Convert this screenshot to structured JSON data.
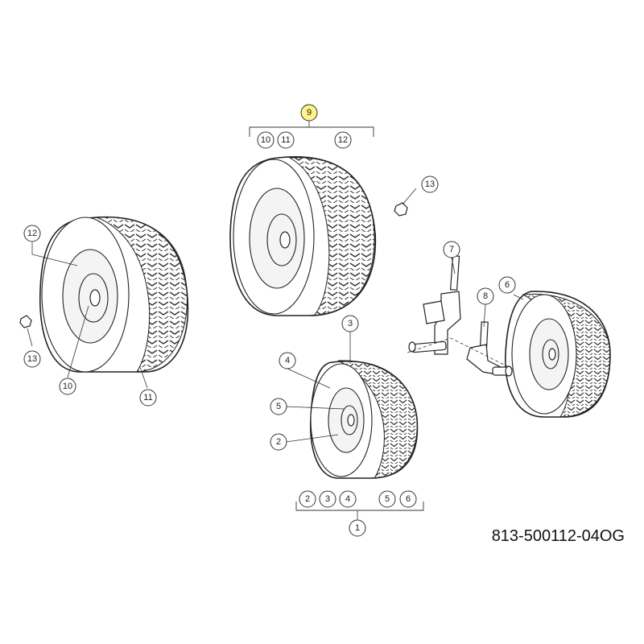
{
  "drawing": {
    "part_code": "813-500112-04OG"
  },
  "callouts": {
    "c1": "1",
    "c2": "2",
    "c3": "3",
    "c4": "4",
    "c5": "5",
    "c6": "6",
    "c7": "7",
    "c8": "8",
    "c9": "9",
    "c10_top": "10",
    "c11_top": "11",
    "c12_top": "12",
    "c13_top": "13",
    "c12_left": "12",
    "c13_left": "13",
    "c10_left": "10",
    "c11_left": "11",
    "c2_group": "2",
    "c3_group": "3",
    "c4_group": "4",
    "c5_group": "5",
    "c6_group": "6"
  },
  "colors": {
    "highlight": "#fff38a"
  }
}
